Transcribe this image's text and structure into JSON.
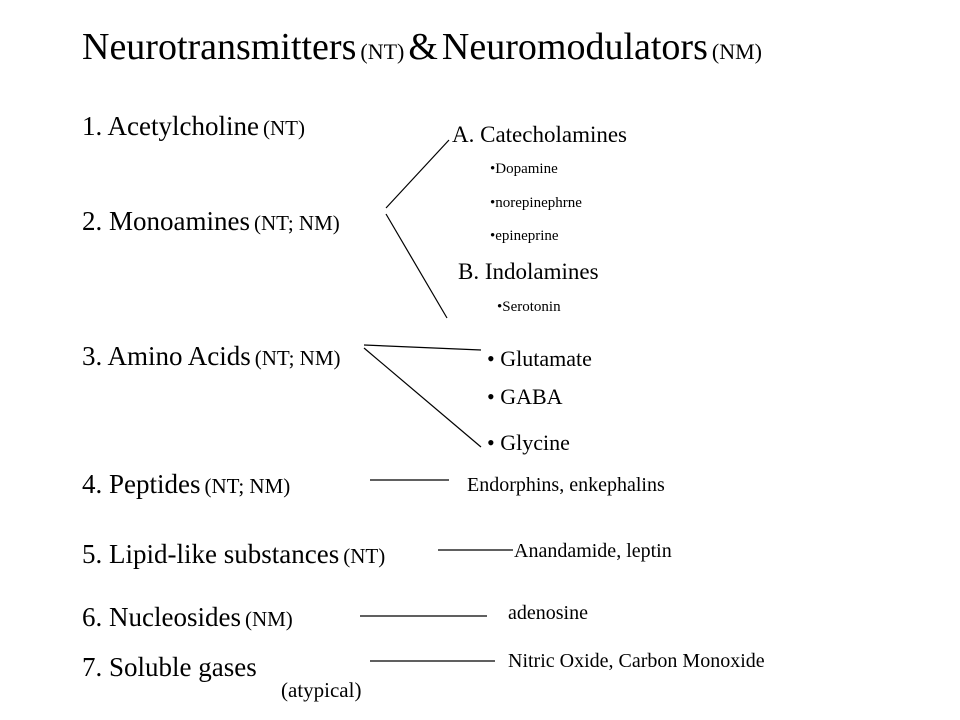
{
  "title": {
    "main1": "Neurotransmitters",
    "tag1": "(NT)",
    "amp": "&",
    "main2": "Neuromodulators",
    "tag2": "(NM)"
  },
  "categories": [
    {
      "name": "1. Acetylcholine",
      "tag": "(NT)"
    },
    {
      "name": "2. Monoamines",
      "tag": "(NT; NM)"
    },
    {
      "name": "3. Amino Acids",
      "tag": "(NT; NM)"
    },
    {
      "name": "4. Peptides",
      "tag": "(NT; NM)"
    },
    {
      "name": "5. Lipid-like substances",
      "tag": "(NT)"
    },
    {
      "name": "6. Nucleosides",
      "tag": "(NM)"
    },
    {
      "name": "7. Soluble gases",
      "tag": "(atypical)"
    }
  ],
  "monoamines": {
    "catecholamines": {
      "heading": "A. Catecholamines",
      "items": [
        "•Dopamine",
        "•norepinephrne",
        "•epineprine"
      ]
    },
    "indolamines": {
      "heading": "B. Indolamines",
      "items": [
        "•Serotonin"
      ]
    }
  },
  "amino_acids": [
    "• Glutamate",
    "• GABA",
    "• Glycine"
  ],
  "peptides_examples": "Endorphins, enkephalins",
  "lipid_examples": "Anandamide, leptin",
  "nucleoside_examples": "adenosine",
  "gas_examples": "Nitric Oxide, Carbon Monoxide"
}
